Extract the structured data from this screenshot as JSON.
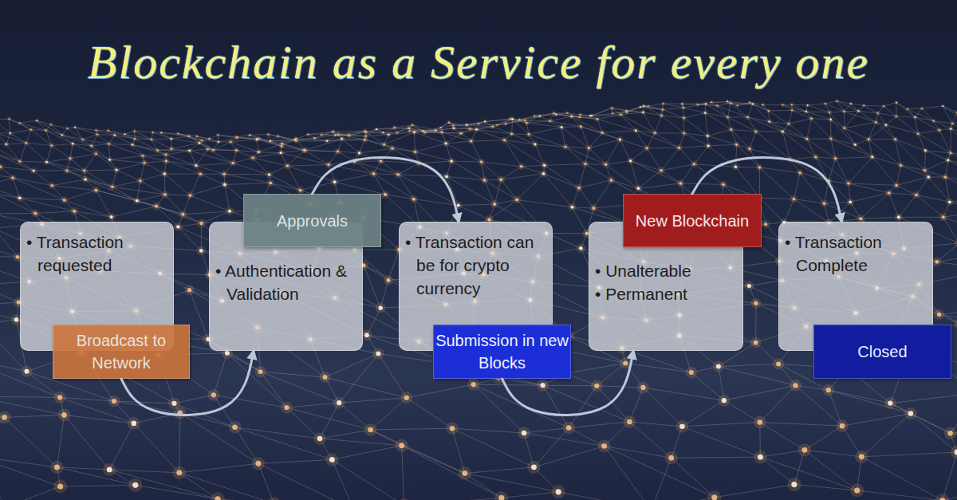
{
  "diagram": {
    "title": "Blockchain as a Service for every one",
    "nodes": [
      {
        "text": [
          "• Transaction requested"
        ]
      },
      {
        "text": [
          "Broadcast to Network"
        ]
      },
      {
        "text": [
          "• Authentication & Validation"
        ]
      },
      {
        "text": [
          "Approvals"
        ]
      },
      {
        "text": [
          "• Transaction can be for crypto currency"
        ]
      },
      {
        "text": [
          "Submission in new Blocks"
        ]
      },
      {
        "text": [
          "• Unalterable",
          "• Permanent"
        ]
      },
      {
        "text": [
          "New Blockchain"
        ]
      },
      {
        "text": [
          "• Transaction Complete"
        ]
      },
      {
        "text": [
          "Closed"
        ]
      }
    ],
    "edges": [
      {
        "from": 1,
        "to": 2,
        "arrow": "to"
      },
      {
        "from": 3,
        "to": 4,
        "arrow": "to"
      },
      {
        "from": 5,
        "to": 6,
        "arrow": "to"
      },
      {
        "from": 7,
        "to": 8,
        "arrow": "to"
      }
    ]
  }
}
